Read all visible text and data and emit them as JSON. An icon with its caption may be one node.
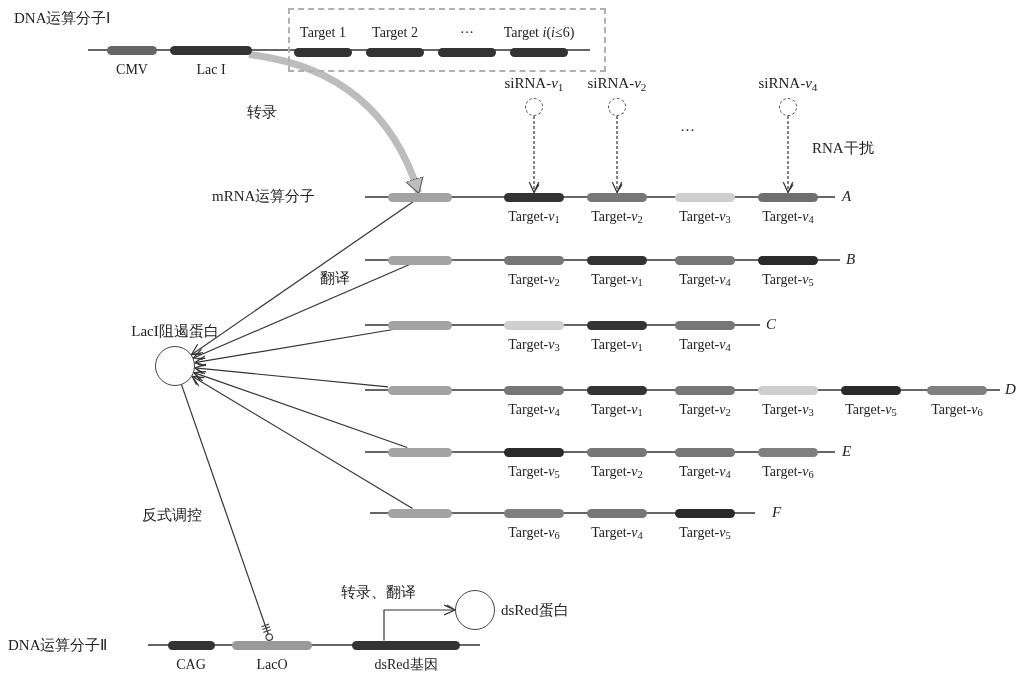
{
  "diagram": {
    "nodes": [
      {
        "text": [
          "CMV"
        ]
      },
      {
        "text": [
          "Lac I"
        ]
      },
      {
        "text": [],
        "shape": "box"
      },
      {
        "text": [
          "Target 1"
        ],
        "in": 2
      },
      {
        "text": [
          "Target 2"
        ],
        "in": 2
      },
      {
        "text": [
          "···"
        ],
        "in": 2
      },
      {
        "text": [
          "Target *i*(*i*≤6)"
        ],
        "in": 2
      },
      {
        "text": [
          "siRNA-*v*$_{1}$"
        ]
      },
      {
        "text": [
          "siRNA-*v*$_{2}$"
        ]
      },
      {
        "text": [
          "siRNA-*v*$_{4}$"
        ]
      },
      {
        "text": [],
        "shape": "bar"
      },
      {
        "text": [
          "Target-*v*$_{1}$"
        ]
      },
      {
        "text": [
          "Target-*v*$_{2}$"
        ]
      },
      {
        "text": [
          "Target-*v*$_{3}$"
        ]
      },
      {
        "text": [
          "Target-*v*$_{4}$"
        ]
      },
      {
        "text": [],
        "shape": "bar"
      },
      {
        "text": [
          "Target-*v*$_{2}$"
        ]
      },
      {
        "text": [
          "Target-*v*$_{1}$"
        ]
      },
      {
        "text": [
          "Target-*v*$_{4}$"
        ]
      },
      {
        "text": [
          "Target-*v*$_{5}$"
        ]
      },
      {
        "text": [],
        "shape": "bar"
      },
      {
        "text": [
          "Target-*v*$_{3}$"
        ]
      },
      {
        "text": [
          "Target-*v*$_{1}$"
        ]
      },
      {
        "text": [
          "Target-*v*$_{4}$"
        ]
      },
      {
        "text": [],
        "shape": "bar"
      },
      {
        "text": [
          "Target-*v*$_{4}$"
        ]
      },
      {
        "text": [
          "Target-*v*$_{1}$"
        ]
      },
      {
        "text": [
          "Target-*v*$_{2}$"
        ]
      },
      {
        "text": [
          "Target-*v*$_{3}$"
        ]
      },
      {
        "text": [
          "Target-*v*$_{5}$"
        ]
      },
      {
        "text": [
          "Target-*v*$_{6}$"
        ]
      },
      {
        "text": [],
        "shape": "bar"
      },
      {
        "text": [
          "Target-*v*$_{5}$"
        ]
      },
      {
        "text": [
          "Target-*v*$_{2}$"
        ]
      },
      {
        "text": [
          "Target-*v*$_{4}$"
        ]
      },
      {
        "text": [
          "Target-*v*$_{6}$"
        ]
      },
      {
        "text": [],
        "shape": "bar"
      },
      {
        "text": [
          "Target-*v*$_{6}$"
        ]
      },
      {
        "text": [
          "Target-*v*$_{4}$"
        ]
      },
      {
        "text": [
          "Target-*v*$_{5}$"
        ]
      },
      {
        "text": [
          "LacI阻遏蛋白"
        ]
      },
      {
        "text": [
          "CAG"
        ]
      },
      {
        "text": [
          "LacO"
        ]
      },
      {
        "text": [
          "dsRed基因"
        ]
      },
      {
        "text": [
          "dsRed蛋白"
        ]
      }
    ],
    "edges": [
      {
        "from": 1,
        "to": 10,
        "arrow": "to",
        "label": "转录",
        "style": "thick",
        "color": "#bdbdbd"
      },
      {
        "from": 7,
        "to": 11,
        "arrow": "to",
        "style": "dashed"
      },
      {
        "from": 8,
        "to": 12,
        "arrow": "to",
        "style": "dashed"
      },
      {
        "from": 9,
        "to": 14,
        "arrow": "to",
        "style": "dashed"
      },
      {
        "from": 10,
        "to": 40,
        "arrow": "to"
      },
      {
        "from": 15,
        "to": 40,
        "arrow": "to",
        "label": "翻译"
      },
      {
        "from": 20,
        "to": 40,
        "arrow": "to"
      },
      {
        "from": 24,
        "to": 40,
        "arrow": "to"
      },
      {
        "from": 31,
        "to": 40,
        "arrow": "to"
      },
      {
        "from": 36,
        "to": 40,
        "arrow": "to"
      },
      {
        "from": 40,
        "to": 42,
        "arrow": "other",
        "label": "反式调控"
      },
      {
        "from": 43,
        "to": 44,
        "arrow": "to",
        "label": "转录、翻译"
      }
    ],
    "labels": [
      "DNA运算分子Ⅰ",
      "···",
      "RNA干扰",
      "mRNA运算分子",
      "A",
      "B",
      "C",
      "D",
      "E",
      "F",
      "DNA运算分子Ⅱ"
    ]
  }
}
